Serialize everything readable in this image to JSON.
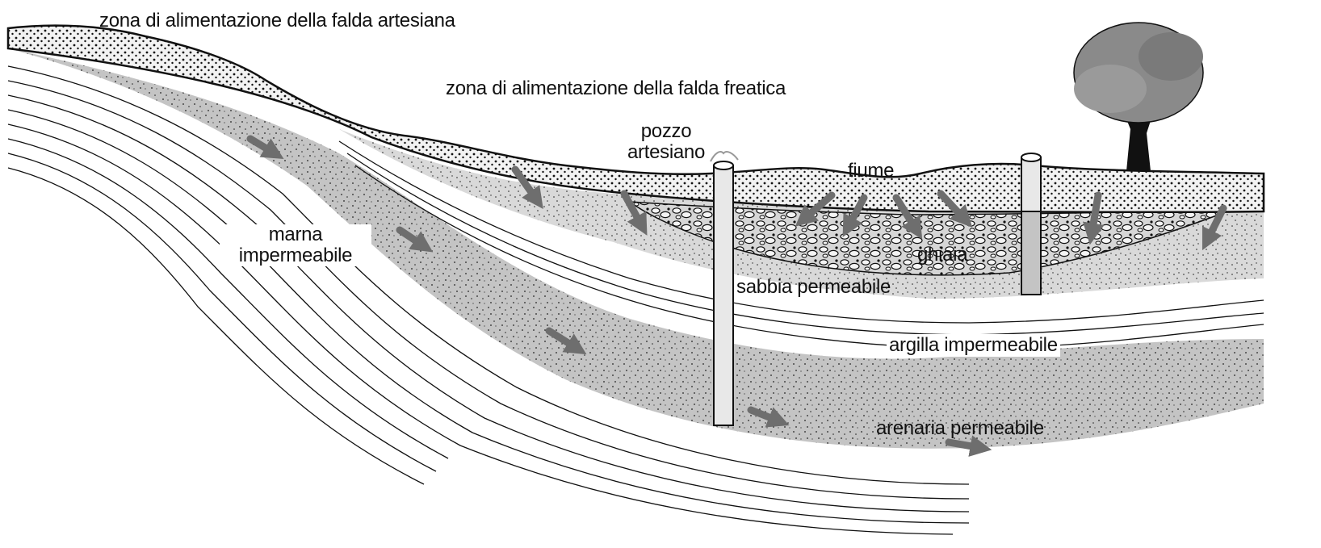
{
  "labels": {
    "artesian_recharge": "zona di alimentazione della falda artesiana",
    "phreatic_recharge": "zona di alimentazione della falda freatica",
    "artesian_well_line1": "pozzo",
    "artesian_well_line2": "artesiano",
    "river": "fiume",
    "marl_line1": "marna",
    "marl_line2": "impermeabile",
    "gravel": "ghiaia",
    "permeable_sand": "sabbia permeabile",
    "impermeable_clay": "argilla impermeabile",
    "permeable_sandstone": "arenaria permeabile"
  },
  "colors": {
    "aquifer_fill": "#c4c4c4",
    "surface_fill": "#f2f2f2",
    "ink": "#111111",
    "arrow": "#6e6e6e",
    "tree_foliage": "#8a8a8a"
  },
  "icons": {
    "flow_arrow": "arrow-icon",
    "tree": "tree-icon",
    "well": "well-pipe"
  }
}
